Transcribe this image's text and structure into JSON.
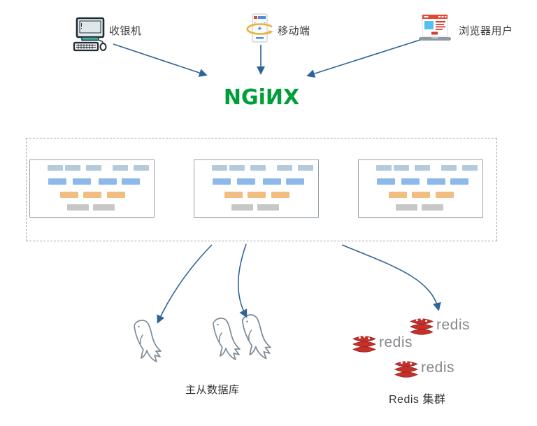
{
  "clients": [
    {
      "name": "cash-register",
      "label": "收银机"
    },
    {
      "name": "mobile",
      "label": "移动端"
    },
    {
      "name": "browser-user",
      "label": "浏览器用户"
    }
  ],
  "gateway": {
    "name": "nginx",
    "wordmark": "NGiИX",
    "color": "#009e3a"
  },
  "app_cluster": {
    "instance_count": 3,
    "bar_rows": [
      {
        "color": "#b5cbdc",
        "y": 7,
        "h": 8,
        "bars": [
          [
            25,
            22
          ],
          [
            50,
            22
          ],
          [
            80,
            22
          ],
          [
            118,
            22
          ],
          [
            148,
            22
          ]
        ]
      },
      {
        "color": "#8cb9ea",
        "y": 26,
        "h": 9,
        "bars": [
          [
            26,
            26
          ],
          [
            61,
            26
          ],
          [
            98,
            26
          ],
          [
            131,
            26
          ]
        ]
      },
      {
        "color": "#f2bd80",
        "y": 45,
        "h": 9,
        "bars": [
          [
            43,
            26
          ],
          [
            76,
            26
          ],
          [
            110,
            26
          ]
        ]
      },
      {
        "color": "#c7c7c7",
        "y": 63,
        "h": 9,
        "bars": [
          [
            53,
            31
          ],
          [
            90,
            31
          ]
        ]
      }
    ]
  },
  "database": {
    "label": "主从数据库",
    "dolphin_count": 3
  },
  "cache": {
    "label": "Redis 集群",
    "logo_text": "redis",
    "node_count": 3
  },
  "colors": {
    "arrow": "#2f6496",
    "nginx_green": "#009e3a",
    "redis_red": "#c6302b",
    "dolphin_outline": "#7d8c99"
  }
}
